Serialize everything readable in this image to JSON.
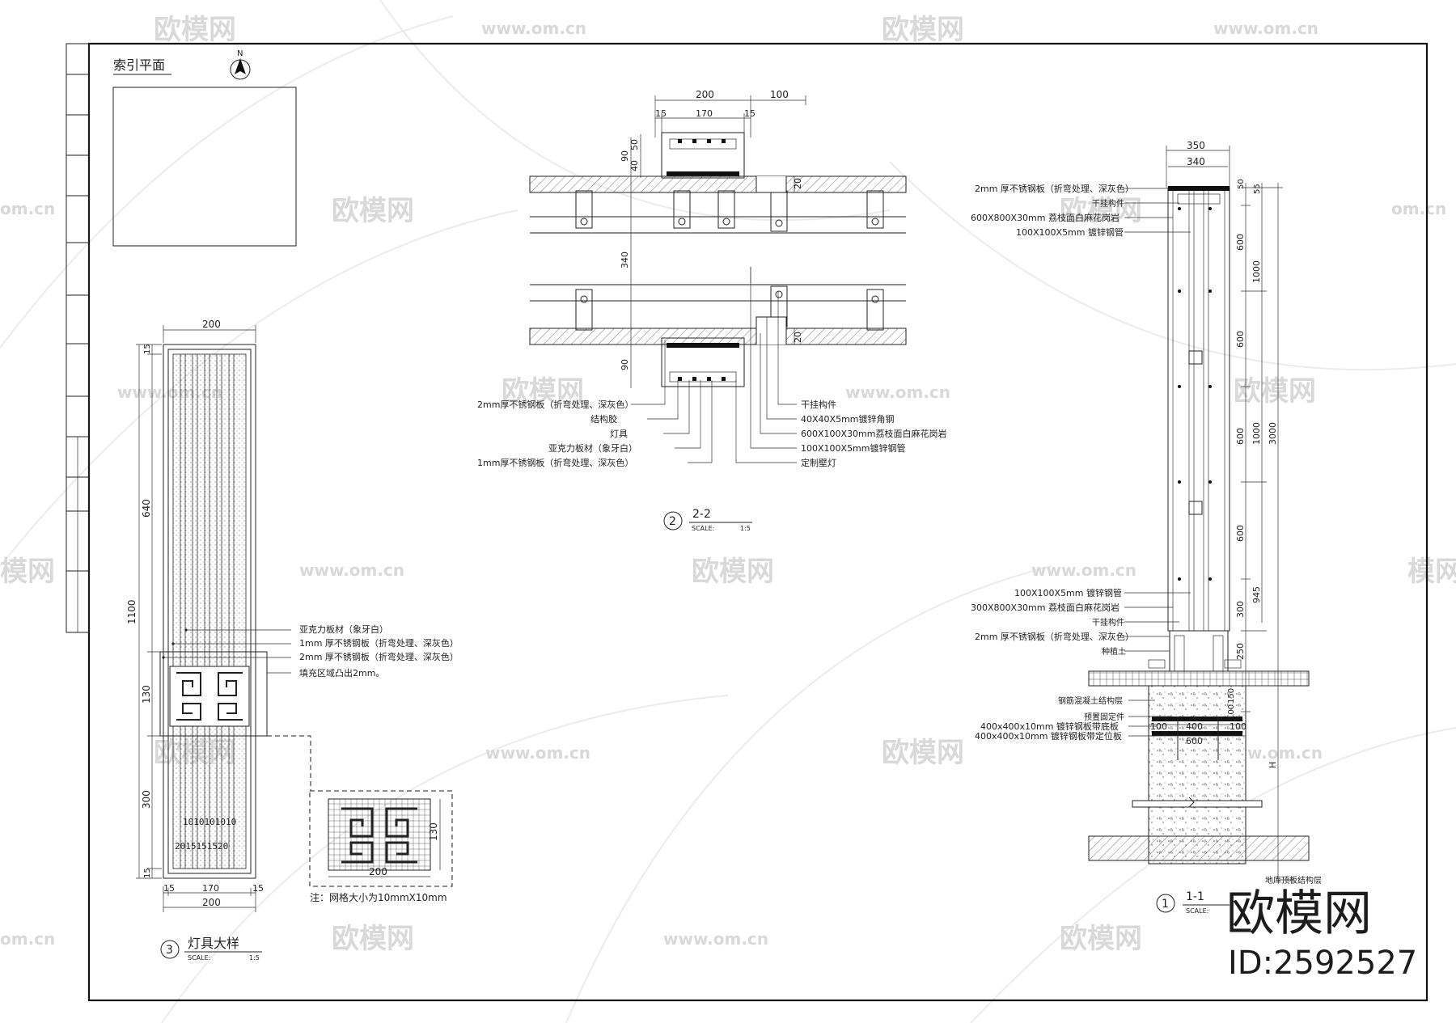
{
  "watermarks": {
    "brand": "欧模网",
    "url": "www.om.cn",
    "url_short": "om.cn",
    "brand_partial": "模网"
  },
  "logo": {
    "brand": "欧模网",
    "id": "ID:2592527"
  },
  "index_plan": {
    "title": "索引平面",
    "north": "N"
  },
  "detail3": {
    "number": "3",
    "title": "灯具大样",
    "scale_label": "SCALE:",
    "scale": "1:5",
    "dims": {
      "top_width": "200",
      "bottom_inner": "170",
      "bottom_width": "200",
      "side_15a": "15",
      "side_15b": "15",
      "h_total": "1100",
      "h_640": "640",
      "h_130": "130",
      "h_300": "300",
      "h_15top": "15",
      "h_15bot": "15",
      "row1": "1010101010",
      "row2": "2015151520"
    },
    "callouts": [
      "亚克力板材（象牙白）",
      "1mm 厚不锈钢板（折弯处理、深灰色）",
      "2mm 厚不锈钢板（折弯处理、深灰色）",
      "填充区域凸出2mm。"
    ],
    "grid": {
      "dim_w": "200",
      "dim_h": "130",
      "note": "注：网格大小为10mmX10mm"
    }
  },
  "section2": {
    "number": "2",
    "title": "2-2",
    "scale_label": "SCALE:",
    "scale": "1:5",
    "dims": {
      "w200": "200",
      "w100": "100",
      "w15a": "15",
      "w170": "170",
      "w15b": "15",
      "h90a": "90",
      "h50": "50",
      "h40": "40",
      "h20a": "20",
      "h340": "340",
      "h20b": "20",
      "h90b": "90"
    },
    "left_callouts": [
      "2mm厚不锈钢板（折弯处理、深灰色）",
      "结构胶",
      "灯具",
      "亚克力板材（象牙白）",
      "1mm厚不锈钢板（折弯处理、深灰色）"
    ],
    "right_callouts": [
      "干挂构件",
      "40X40X5mm镀锌角钢",
      "600X100X30mm荔枝面白麻花岗岩",
      "100X100X5mm镀锌钢管",
      "定制壁灯"
    ]
  },
  "section1": {
    "number": "1",
    "title": "1-1",
    "scale_label": "SCALE:",
    "dims": {
      "w350": "350",
      "w340": "340",
      "d50": "50",
      "d55": "55",
      "d600a": "600",
      "d1000a": "1000",
      "d600b": "600",
      "d600c": "600",
      "d1000b": "1000",
      "d3000": "3000",
      "d600d": "600",
      "d300": "300",
      "d945": "945",
      "d250": "250",
      "d150": "150",
      "d100": "100",
      "b100a": "100",
      "b400": "400",
      "b100b": "100",
      "b600": "600",
      "dH": "H"
    },
    "top_callouts": [
      "2mm 厚不锈钢板（折弯处理、深灰色）",
      "干挂构件",
      "600X800X30mm 荔枝面白麻花岗岩",
      "100X100X5mm 镀锌钢管"
    ],
    "bottom_callouts": [
      "100X100X5mm 镀锌钢管",
      "300X800X30mm 荔枝面白麻花岗岩",
      "干挂构件",
      "2mm 厚不锈钢板（折弯处理、深灰色）",
      "种植土",
      "钢筋混凝土结构层",
      "预置固定件",
      "400x400x10mm 镀锌钢板带底板",
      "400x400x10mm 镀锌钢板带定位板",
      "地库顶板结构层"
    ]
  }
}
